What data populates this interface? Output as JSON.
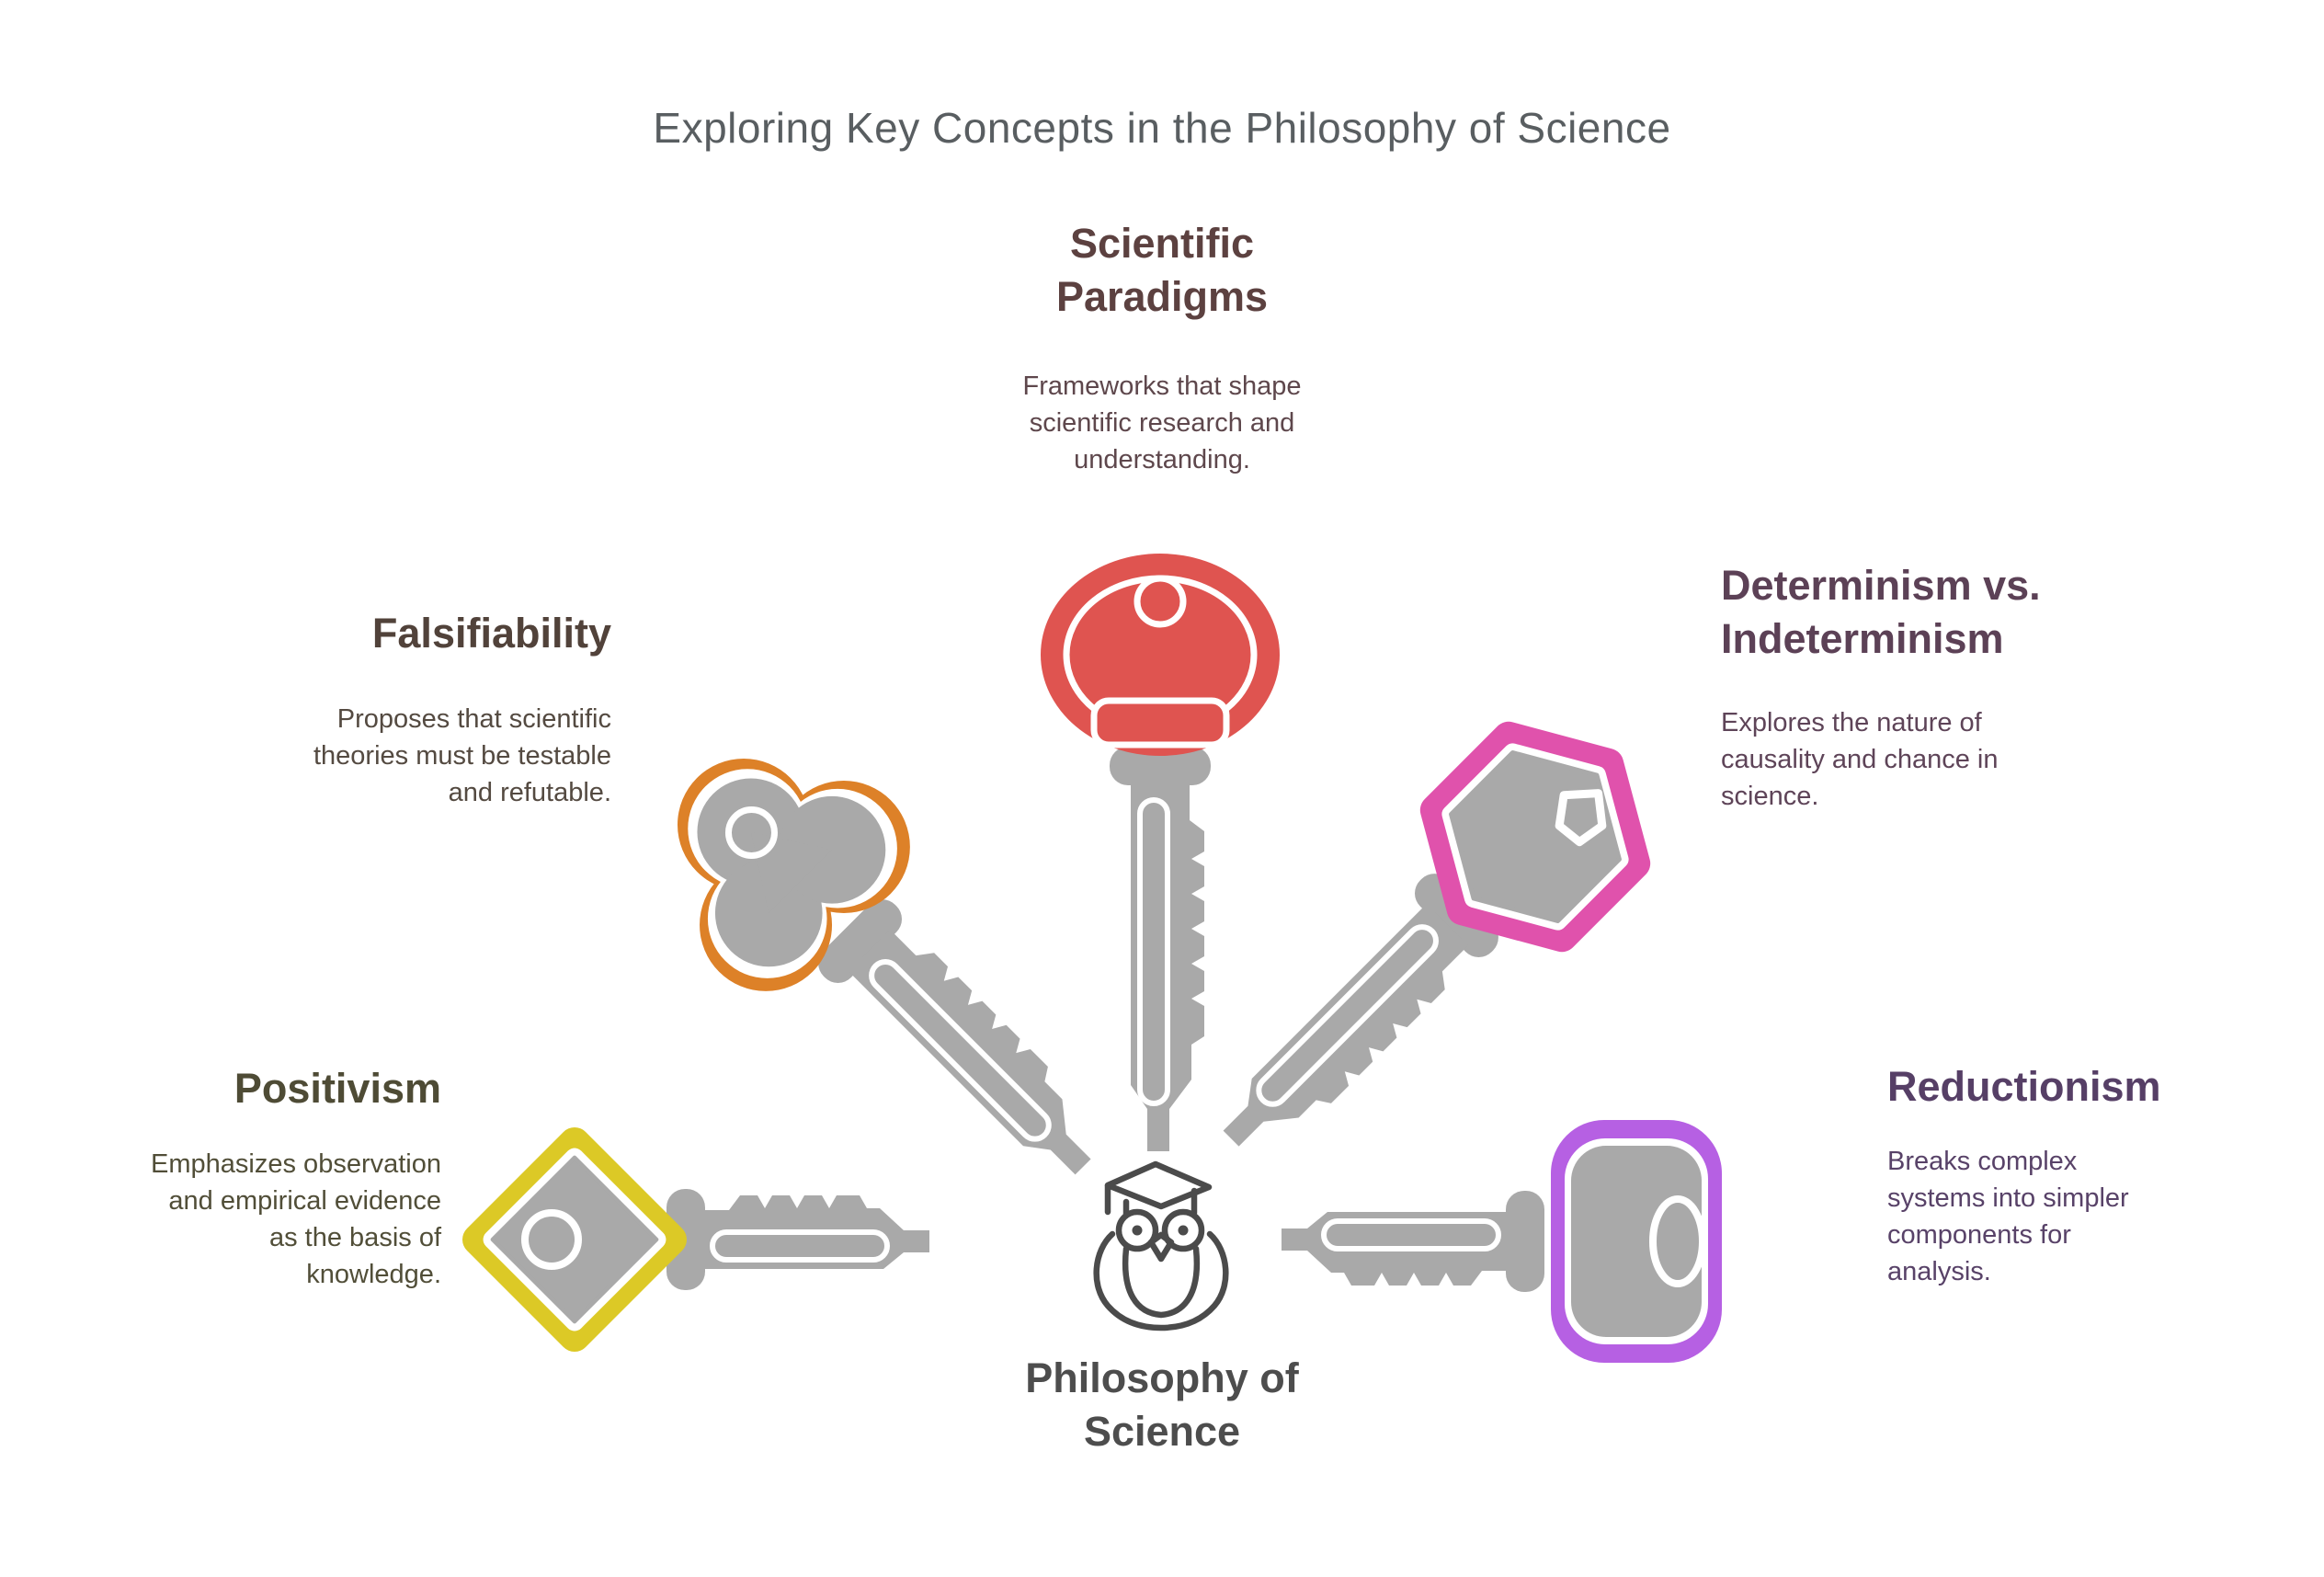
{
  "title": "Exploring Key Concepts in the Philosophy of Science",
  "center": {
    "label": "Philosophy of Science",
    "icon": "owl-graduate-icon"
  },
  "colors": {
    "background": "#FFFFFF",
    "title_text": "#595E61",
    "center_text": "#4D4D4D",
    "icon_stroke": "#4B4B4B",
    "key_gray": "#A9A9A9",
    "white_separator": "#FFFFFF"
  },
  "concepts": [
    {
      "id": "scientific-paradigms",
      "label": "Scientific Paradigms",
      "description": "Frameworks that shape scientific research and understanding.",
      "position": "top-center",
      "key_shape": "round-head-key",
      "key_color": "#DF5450",
      "heading_color": "#5C4140",
      "text_color": "#5E474C"
    },
    {
      "id": "falsifiability",
      "label": "Falsifiability",
      "description": "Proposes that scientific theories must be testable and refutable.",
      "position": "upper-left",
      "key_shape": "clover-head-key",
      "key_color": "#DD8128",
      "heading_color": "#51423A",
      "text_color": "#544A41"
    },
    {
      "id": "determinism-vs-indeterminism",
      "label": "Determinism vs. Indeterminism",
      "description": "Explores the nature of causality and chance in science.",
      "position": "upper-right",
      "key_shape": "hexagon-head-key",
      "key_color": "#E052AC",
      "heading_color": "#5C4156",
      "text_color": "#5E4458"
    },
    {
      "id": "positivism",
      "label": "Positivism",
      "description": "Emphasizes observation and empirical evidence as the basis of knowledge.",
      "position": "lower-left",
      "key_shape": "diamond-head-key",
      "key_color": "#DCC926",
      "heading_color": "#4E4B35",
      "text_color": "#514E38"
    },
    {
      "id": "reductionism",
      "label": "Reductionism",
      "description": "Breaks complex systems into simpler components for analysis.",
      "position": "lower-right",
      "key_shape": "rounded-rect-head-key",
      "key_color": "#B660E3",
      "heading_color": "#563F66",
      "text_color": "#584268"
    }
  ]
}
